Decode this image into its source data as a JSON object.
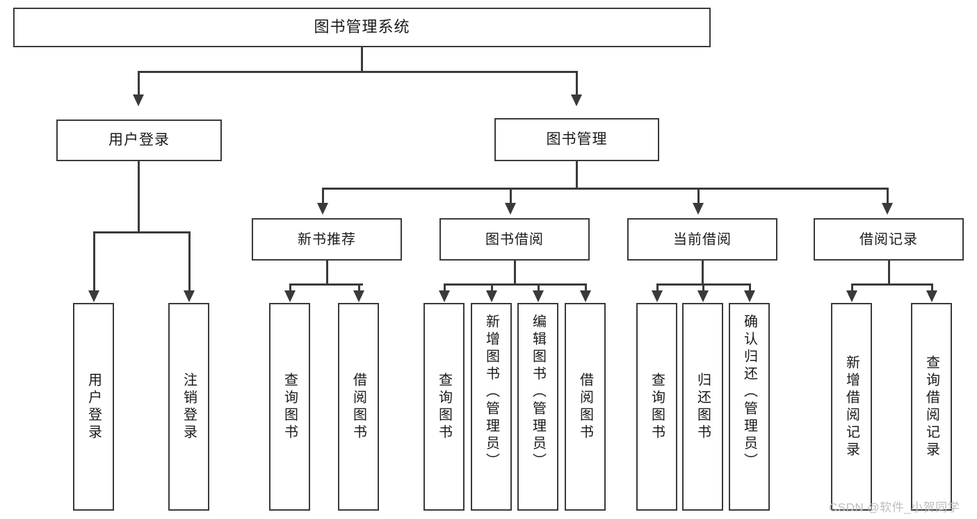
{
  "diagram": {
    "type": "tree-hierarchy",
    "title": "图书管理系统",
    "watermark": "CSDN @软件_小贺同学",
    "colors": {
      "stroke": "#3a3a3a",
      "fill": "#ffffff",
      "text": "#1a1a1a",
      "watermark": "#bdbdbd"
    },
    "root": {
      "label": "图书管理系统"
    },
    "level1": [
      {
        "label": "用户登录"
      },
      {
        "label": "图书管理"
      }
    ],
    "level2": [
      {
        "label": "新书推荐"
      },
      {
        "label": "图书借阅"
      },
      {
        "label": "当前借阅"
      },
      {
        "label": "借阅记录"
      }
    ],
    "leaves": {
      "user_login": [
        {
          "label": "用户登录"
        },
        {
          "label": "注销登录"
        }
      ],
      "new_book_recommend": [
        {
          "label": "查询图书"
        },
        {
          "label": "借阅图书"
        }
      ],
      "book_borrow": [
        {
          "label": "查询图书"
        },
        {
          "label": "新增图书（管理员）"
        },
        {
          "label": "编辑图书（管理员）"
        },
        {
          "label": "借阅图书"
        }
      ],
      "current_borrow": [
        {
          "label": "查询图书"
        },
        {
          "label": "归还图书"
        },
        {
          "label": "确认归还（管理员）"
        }
      ],
      "borrow_records": [
        {
          "label": "新增借阅记录"
        },
        {
          "label": "查询借阅记录"
        }
      ]
    }
  }
}
